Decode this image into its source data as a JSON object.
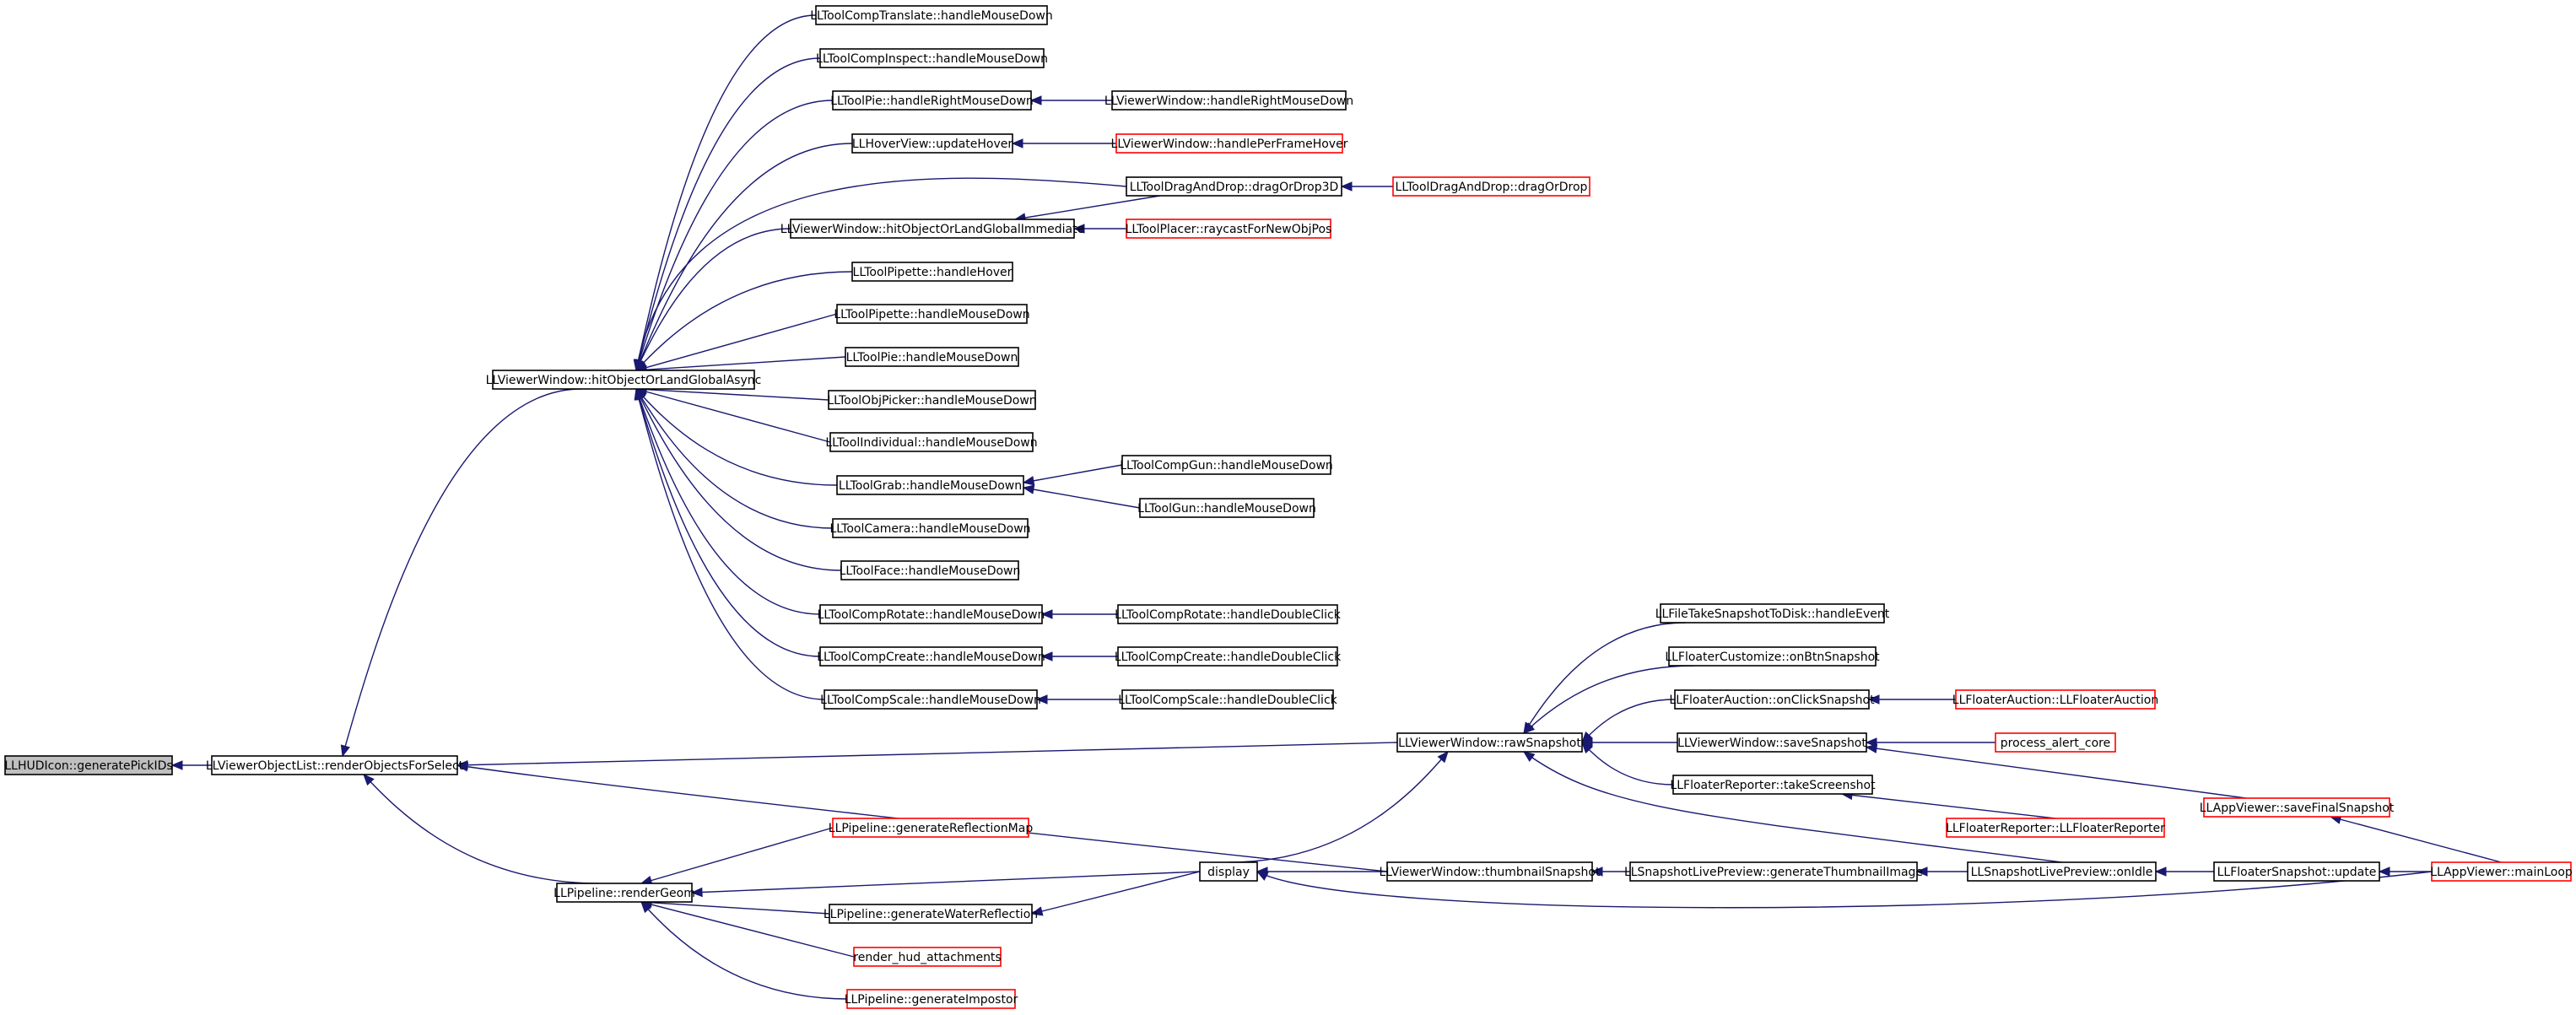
{
  "graph": {
    "nodes": [
      {
        "id": "n0",
        "label": "LLHUDIcon::generatePickIDs",
        "style": "root"
      },
      {
        "id": "n1",
        "label": "LLViewerObjectList::renderObjectsForSelect",
        "style": "normal"
      },
      {
        "id": "n2",
        "label": "LLViewerWindow::hitObjectOrLandGlobalAsync",
        "style": "normal"
      },
      {
        "id": "n3",
        "label": "LLToolCompTranslate::handleMouseDown",
        "style": "normal"
      },
      {
        "id": "n4",
        "label": "LLToolCompInspect::handleMouseDown",
        "style": "normal"
      },
      {
        "id": "n5",
        "label": "LLToolPie::handleRightMouseDown",
        "style": "normal"
      },
      {
        "id": "n6",
        "label": "LLViewerWindow::handleRightMouseDown",
        "style": "normal"
      },
      {
        "id": "n7",
        "label": "LLHoverView::updateHover",
        "style": "normal"
      },
      {
        "id": "n8",
        "label": "LLViewerWindow::handlePerFrameHover",
        "style": "red"
      },
      {
        "id": "n9",
        "label": "LLToolDragAndDrop::dragOrDrop3D",
        "style": "normal"
      },
      {
        "id": "n10",
        "label": "LLToolDragAndDrop::dragOrDrop",
        "style": "red"
      },
      {
        "id": "n11",
        "label": "LLViewerWindow::hitObjectOrLandGlobalImmediate",
        "style": "normal"
      },
      {
        "id": "n12",
        "label": "LLToolPlacer::raycastForNewObjPos",
        "style": "red"
      },
      {
        "id": "n13",
        "label": "LLToolPipette::handleHover",
        "style": "normal"
      },
      {
        "id": "n14",
        "label": "LLToolPipette::handleMouseDown",
        "style": "normal"
      },
      {
        "id": "n15",
        "label": "LLToolPie::handleMouseDown",
        "style": "normal"
      },
      {
        "id": "n16",
        "label": "LLToolObjPicker::handleMouseDown",
        "style": "normal"
      },
      {
        "id": "n17",
        "label": "LLToolIndividual::handleMouseDown",
        "style": "normal"
      },
      {
        "id": "n18",
        "label": "LLToolGrab::handleMouseDown",
        "style": "normal"
      },
      {
        "id": "n19",
        "label": "LLToolCompGun::handleMouseDown",
        "style": "normal"
      },
      {
        "id": "n20",
        "label": "LLToolGun::handleMouseDown",
        "style": "normal"
      },
      {
        "id": "n21",
        "label": "LLToolCamera::handleMouseDown",
        "style": "normal"
      },
      {
        "id": "n22",
        "label": "LLToolFace::handleMouseDown",
        "style": "normal"
      },
      {
        "id": "n23",
        "label": "LLToolCompRotate::handleMouseDown",
        "style": "normal"
      },
      {
        "id": "n24",
        "label": "LLToolCompRotate::handleDoubleClick",
        "style": "normal"
      },
      {
        "id": "n25",
        "label": "LLToolCompCreate::handleMouseDown",
        "style": "normal"
      },
      {
        "id": "n26",
        "label": "LLToolCompCreate::handleDoubleClick",
        "style": "normal"
      },
      {
        "id": "n27",
        "label": "LLToolCompScale::handleMouseDown",
        "style": "normal"
      },
      {
        "id": "n28",
        "label": "LLToolCompScale::handleDoubleClick",
        "style": "normal"
      },
      {
        "id": "n29",
        "label": "LLViewerWindow::rawSnapshot",
        "style": "normal"
      },
      {
        "id": "n30",
        "label": "LLFileTakeSnapshotToDisk::handleEvent",
        "style": "normal"
      },
      {
        "id": "n31",
        "label": "LLFloaterCustomize::onBtnSnapshot",
        "style": "normal"
      },
      {
        "id": "n32",
        "label": "LLFloaterAuction::onClickSnapshot",
        "style": "normal"
      },
      {
        "id": "n33",
        "label": "LLFloaterAuction::LLFloaterAuction",
        "style": "red"
      },
      {
        "id": "n34",
        "label": "LLViewerWindow::saveSnapshot",
        "style": "normal"
      },
      {
        "id": "n35",
        "label": "process_alert_core",
        "style": "red"
      },
      {
        "id": "n36",
        "label": "LLFloaterReporter::takeScreenshot",
        "style": "normal"
      },
      {
        "id": "n37",
        "label": "LLFloaterReporter::LLFloaterReporter",
        "style": "red"
      },
      {
        "id": "n38",
        "label": "LLAppViewer::saveFinalSnapshot",
        "style": "red"
      },
      {
        "id": "n39",
        "label": "LLPipeline::generateReflectionMap",
        "style": "red"
      },
      {
        "id": "n40",
        "label": "LLPipeline::renderGeom",
        "style": "normal"
      },
      {
        "id": "n41",
        "label": "display",
        "style": "normal"
      },
      {
        "id": "n42",
        "label": "LLViewerWindow::thumbnailSnapshot",
        "style": "normal"
      },
      {
        "id": "n43",
        "label": "LLSnapshotLivePreview::generateThumbnailImage",
        "style": "normal"
      },
      {
        "id": "n44",
        "label": "LLSnapshotLivePreview::onIdle",
        "style": "normal"
      },
      {
        "id": "n45",
        "label": "LLFloaterSnapshot::update",
        "style": "normal"
      },
      {
        "id": "n46",
        "label": "LLAppViewer::mainLoop",
        "style": "red"
      },
      {
        "id": "n47",
        "label": "LLPipeline::generateWaterReflection",
        "style": "normal"
      },
      {
        "id": "n48",
        "label": "render_hud_attachments",
        "style": "red"
      },
      {
        "id": "n49",
        "label": "LLPipeline::generateImpostor",
        "style": "red"
      }
    ],
    "edges": [
      {
        "from": "n1",
        "to": "n0"
      },
      {
        "from": "n2",
        "to": "n1"
      },
      {
        "from": "n40",
        "to": "n1"
      },
      {
        "from": "n29",
        "to": "n1"
      },
      {
        "from": "n42",
        "to": "n1"
      },
      {
        "from": "n3",
        "to": "n2"
      },
      {
        "from": "n4",
        "to": "n2"
      },
      {
        "from": "n5",
        "to": "n2"
      },
      {
        "from": "n7",
        "to": "n2"
      },
      {
        "from": "n9",
        "to": "n2"
      },
      {
        "from": "n11",
        "to": "n2"
      },
      {
        "from": "n13",
        "to": "n2"
      },
      {
        "from": "n14",
        "to": "n2"
      },
      {
        "from": "n15",
        "to": "n2"
      },
      {
        "from": "n16",
        "to": "n2"
      },
      {
        "from": "n17",
        "to": "n2"
      },
      {
        "from": "n18",
        "to": "n2"
      },
      {
        "from": "n21",
        "to": "n2"
      },
      {
        "from": "n22",
        "to": "n2"
      },
      {
        "from": "n23",
        "to": "n2"
      },
      {
        "from": "n25",
        "to": "n2"
      },
      {
        "from": "n27",
        "to": "n2"
      },
      {
        "from": "n6",
        "to": "n5"
      },
      {
        "from": "n8",
        "to": "n7"
      },
      {
        "from": "n10",
        "to": "n9"
      },
      {
        "from": "n9",
        "to": "n11"
      },
      {
        "from": "n12",
        "to": "n11"
      },
      {
        "from": "n19",
        "to": "n18"
      },
      {
        "from": "n20",
        "to": "n18"
      },
      {
        "from": "n24",
        "to": "n23"
      },
      {
        "from": "n26",
        "to": "n25"
      },
      {
        "from": "n28",
        "to": "n27"
      },
      {
        "from": "n39",
        "to": "n40"
      },
      {
        "from": "n41",
        "to": "n40"
      },
      {
        "from": "n47",
        "to": "n40"
      },
      {
        "from": "n48",
        "to": "n40"
      },
      {
        "from": "n49",
        "to": "n40"
      },
      {
        "from": "n41",
        "to": "n47"
      },
      {
        "from": "n30",
        "to": "n29"
      },
      {
        "from": "n31",
        "to": "n29"
      },
      {
        "from": "n32",
        "to": "n29"
      },
      {
        "from": "n34",
        "to": "n29"
      },
      {
        "from": "n36",
        "to": "n29"
      },
      {
        "from": "n44",
        "to": "n29"
      },
      {
        "from": "n33",
        "to": "n32"
      },
      {
        "from": "n35",
        "to": "n34"
      },
      {
        "from": "n38",
        "to": "n34"
      },
      {
        "from": "n37",
        "to": "n36"
      },
      {
        "from": "n46",
        "to": "n38"
      },
      {
        "from": "n41",
        "to": "n29"
      },
      {
        "from": "n42",
        "to": "n41"
      },
      {
        "from": "n46",
        "to": "n41"
      },
      {
        "from": "n43",
        "to": "n42"
      },
      {
        "from": "n44",
        "to": "n43"
      },
      {
        "from": "n45",
        "to": "n44"
      },
      {
        "from": "n46",
        "to": "n45"
      }
    ]
  },
  "colors": {
    "edge": "#191970",
    "node_border": "#000000",
    "node_border_red": "#ff0000",
    "root_fill": "#bfbfbf"
  }
}
